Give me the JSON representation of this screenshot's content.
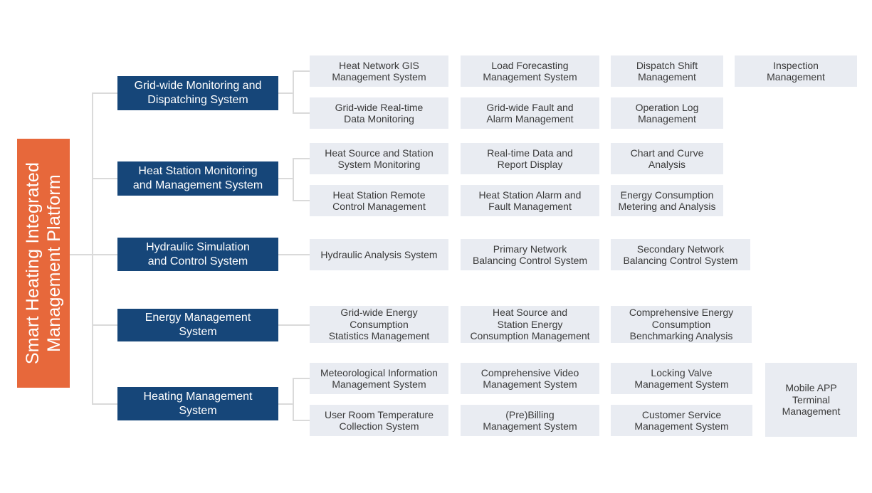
{
  "platform": {
    "title": "Smart Heating Integrated\nManagement Platform"
  },
  "colors": {
    "orange": "#E7683B",
    "blue": "#164679",
    "node_bg": "#E9ECF2",
    "node_text": "#3A3A3A",
    "line": "#DADADA",
    "canvas_bg": "#FFFFFF"
  },
  "sections": [
    {
      "label": "Grid-wide Monitoring and\nDispatching System",
      "rows": [
        [
          "Heat Network GIS\nManagement System",
          "Load Forecasting\nManagement System",
          "Dispatch Shift\nManagement",
          "Inspection\nManagement"
        ],
        [
          "Grid-wide Real-time\nData Monitoring",
          "Grid-wide Fault and\nAlarm Management",
          "Operation Log\nManagement"
        ]
      ]
    },
    {
      "label": "Heat Station Monitoring\nand Management System",
      "rows": [
        [
          "Heat Source and Station\nSystem Monitoring",
          "Real-time Data and\nReport Display",
          "Chart and Curve\nAnalysis"
        ],
        [
          "Heat Station Remote\nControl Management",
          "Heat Station Alarm and\nFault Management",
          "Energy Consumption\nMetering and Analysis"
        ]
      ]
    },
    {
      "label": "Hydraulic Simulation\nand Control System",
      "rows": [
        [
          "Hydraulic Analysis System",
          "Primary Network\nBalancing Control System",
          "Secondary Network\nBalancing Control System"
        ]
      ]
    },
    {
      "label": "Energy Management\nSystem",
      "rows": [
        [
          "Grid-wide Energy\nConsumption\nStatistics Management",
          "Heat Source and\nStation Energy\nConsumption Management",
          "Comprehensive Energy\nConsumption\nBenchmarking Analysis"
        ]
      ]
    },
    {
      "label": "Heating Management\nSystem",
      "rows": [
        [
          "Meteorological Information\nManagement System",
          "Comprehensive Video\nManagement System",
          "Locking Valve\nManagement System"
        ],
        [
          "User Room Temperature\nCollection System",
          "(Pre)Billing\nManagement System",
          "Customer Service\nManagement System"
        ]
      ],
      "tall": "Mobile APP\nTerminal\nManagement"
    }
  ]
}
